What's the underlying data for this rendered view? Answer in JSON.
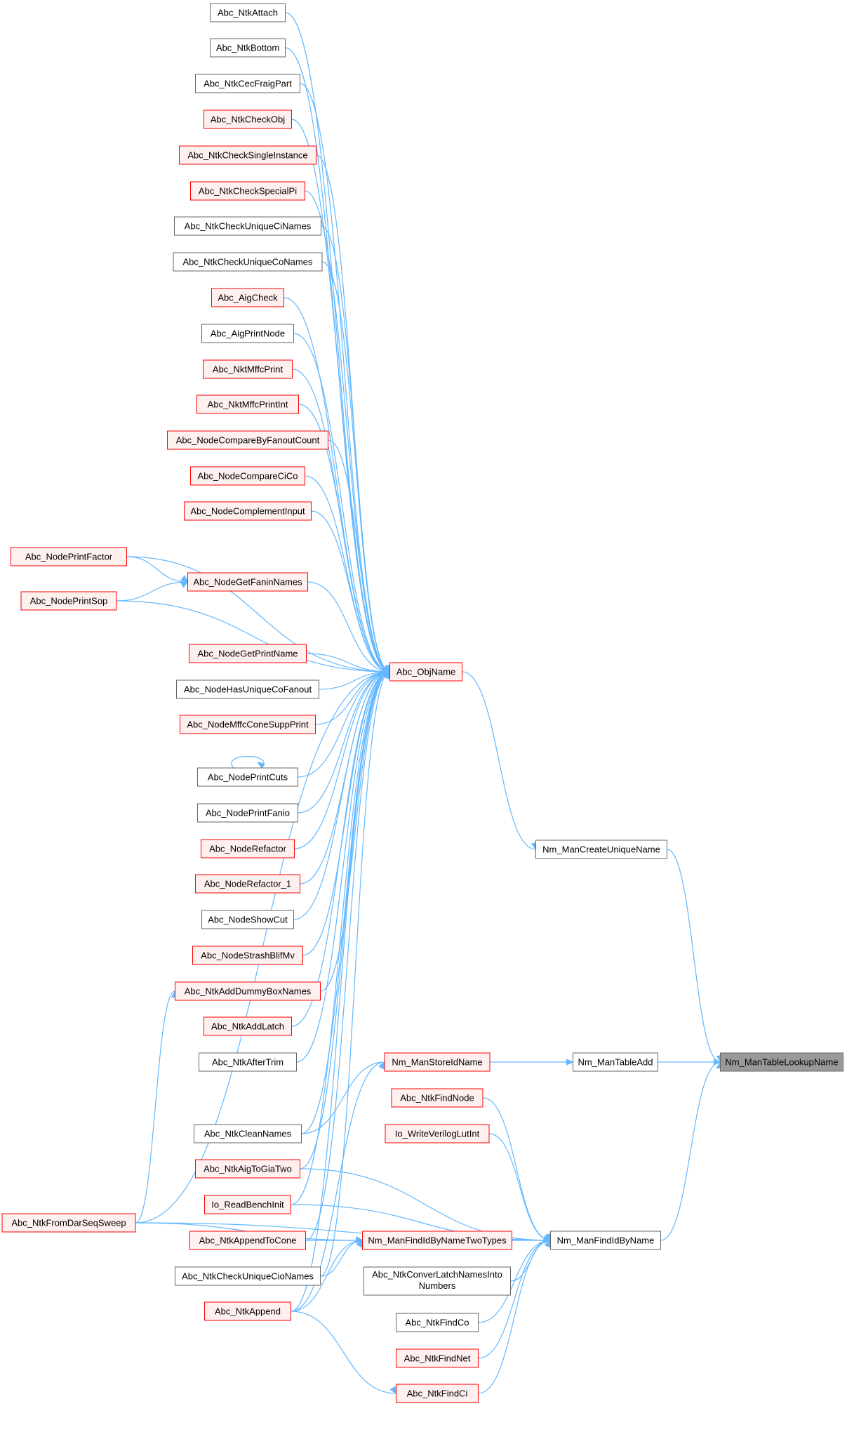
{
  "nodes": [
    {
      "id": "n0",
      "label": "Abc_NtkAttach",
      "style": "gray"
    },
    {
      "id": "n1",
      "label": "Abc_NtkBottom",
      "style": "gray"
    },
    {
      "id": "n2",
      "label": "Abc_NtkCecFraigPart",
      "style": "gray"
    },
    {
      "id": "n3",
      "label": "Abc_NtkCheckObj",
      "style": "red"
    },
    {
      "id": "n4",
      "label": "Abc_NtkCheckSingleInstance",
      "style": "red"
    },
    {
      "id": "n5",
      "label": "Abc_NtkCheckSpecialPi",
      "style": "red"
    },
    {
      "id": "n6",
      "label": "Abc_NtkCheckUniqueCiNames",
      "style": "gray"
    },
    {
      "id": "n7",
      "label": "Abc_NtkCheckUniqueCoNames",
      "style": "gray"
    },
    {
      "id": "n8",
      "label": "Abc_AigCheck",
      "style": "red"
    },
    {
      "id": "n9",
      "label": "Abc_AigPrintNode",
      "style": "gray"
    },
    {
      "id": "n10",
      "label": "Abc_NktMffcPrint",
      "style": "red"
    },
    {
      "id": "n11",
      "label": "Abc_NktMffcPrintInt",
      "style": "red"
    },
    {
      "id": "n12",
      "label": "Abc_NodeCompareByFanoutCount",
      "style": "red"
    },
    {
      "id": "n13",
      "label": "Abc_NodeCompareCiCo",
      "style": "red"
    },
    {
      "id": "n14",
      "label": "Abc_NodeComplementInput",
      "style": "red"
    },
    {
      "id": "n15",
      "label": "Abc_NodePrintFactor",
      "style": "red"
    },
    {
      "id": "n16",
      "label": "Abc_NodeGetFaninNames",
      "style": "red"
    },
    {
      "id": "n17",
      "label": "Abc_NodePrintSop",
      "style": "red"
    },
    {
      "id": "n18",
      "label": "Abc_NodeGetPrintName",
      "style": "red"
    },
    {
      "id": "n19",
      "label": "Abc_ObjName",
      "style": "red"
    },
    {
      "id": "n20",
      "label": "Abc_NodeHasUniqueCoFanout",
      "style": "gray"
    },
    {
      "id": "n21",
      "label": "Abc_NodeMffcConeSuppPrint",
      "style": "red"
    },
    {
      "id": "n22",
      "label": "Abc_NodePrintCuts",
      "style": "gray"
    },
    {
      "id": "n23",
      "label": "Abc_NodePrintFanio",
      "style": "gray"
    },
    {
      "id": "n24",
      "label": "Abc_NodeRefactor",
      "style": "red"
    },
    {
      "id": "n25",
      "label": "Abc_NodeRefactor_1",
      "style": "red"
    },
    {
      "id": "n26",
      "label": "Abc_NodeShowCut",
      "style": "gray"
    },
    {
      "id": "n27",
      "label": "Abc_NodeStrashBlifMv",
      "style": "red"
    },
    {
      "id": "n28",
      "label": "Abc_NtkAddDummyBoxNames",
      "style": "red"
    },
    {
      "id": "n29",
      "label": "Abc_NtkAddLatch",
      "style": "red"
    },
    {
      "id": "n30",
      "label": "Abc_NtkAfterTrim",
      "style": "gray"
    },
    {
      "id": "n31",
      "label": "Nm_ManCreateUniqueName",
      "style": "gray"
    },
    {
      "id": "n32",
      "label": "Nm_ManStoreIdName",
      "style": "red"
    },
    {
      "id": "n33",
      "label": "Nm_ManTableAdd",
      "style": "gray"
    },
    {
      "id": "n34",
      "label": "Nm_ManTableLookupName",
      "style": "target"
    },
    {
      "id": "n35",
      "label": "Abc_NtkFindNode",
      "style": "red"
    },
    {
      "id": "n36",
      "label": "Io_WriteVerilogLutInt",
      "style": "red"
    },
    {
      "id": "n37",
      "label": "Abc_NtkCleanNames",
      "style": "gray"
    },
    {
      "id": "n38",
      "label": "Abc_NtkAigToGiaTwo",
      "style": "red"
    },
    {
      "id": "n39",
      "label": "Abc_NtkFromDarSeqSweep",
      "style": "red"
    },
    {
      "id": "n40",
      "label": "Io_ReadBenchInit",
      "style": "red"
    },
    {
      "id": "n41",
      "label": "Abc_NtkAppendToCone",
      "style": "red"
    },
    {
      "id": "n42",
      "label": "Nm_ManFindIdByNameTwoTypes",
      "style": "red"
    },
    {
      "id": "n43",
      "label": "Nm_ManFindIdByName",
      "style": "gray"
    },
    {
      "id": "n44",
      "label": "Abc_NtkCheckUniqueCioNames",
      "style": "gray"
    },
    {
      "id": "n45",
      "label": "Abc_NtkConverLatchNamesInto Numbers",
      "style": "gray"
    },
    {
      "id": "n46",
      "label": "Abc_NtkAppend",
      "style": "red"
    },
    {
      "id": "n47",
      "label": "Abc_NtkFindCo",
      "style": "gray"
    },
    {
      "id": "n48",
      "label": "Abc_NtkFindNet",
      "style": "red"
    },
    {
      "id": "n49",
      "label": "Abc_NtkFindCi",
      "style": "red"
    }
  ],
  "edges": [
    [
      "n19",
      "n0"
    ],
    [
      "n19",
      "n1"
    ],
    [
      "n19",
      "n2"
    ],
    [
      "n19",
      "n3"
    ],
    [
      "n19",
      "n4"
    ],
    [
      "n19",
      "n5"
    ],
    [
      "n19",
      "n6"
    ],
    [
      "n19",
      "n7"
    ],
    [
      "n19",
      "n8"
    ],
    [
      "n19",
      "n9"
    ],
    [
      "n19",
      "n10"
    ],
    [
      "n19",
      "n11"
    ],
    [
      "n19",
      "n12"
    ],
    [
      "n19",
      "n13"
    ],
    [
      "n19",
      "n14"
    ],
    [
      "n19",
      "n15"
    ],
    [
      "n19",
      "n16"
    ],
    [
      "n19",
      "n17"
    ],
    [
      "n19",
      "n18"
    ],
    [
      "n19",
      "n20"
    ],
    [
      "n19",
      "n21"
    ],
    [
      "n19",
      "n22"
    ],
    [
      "n19",
      "n23"
    ],
    [
      "n19",
      "n24"
    ],
    [
      "n19",
      "n25"
    ],
    [
      "n19",
      "n26"
    ],
    [
      "n19",
      "n27"
    ],
    [
      "n19",
      "n28"
    ],
    [
      "n19",
      "n29"
    ],
    [
      "n19",
      "n30"
    ],
    [
      "n19",
      "n37"
    ],
    [
      "n19",
      "n38"
    ],
    [
      "n19",
      "n39"
    ],
    [
      "n19",
      "n40"
    ],
    [
      "n19",
      "n41"
    ],
    [
      "n19",
      "n44"
    ],
    [
      "n19",
      "n46"
    ],
    [
      "n16",
      "n15"
    ],
    [
      "n16",
      "n17"
    ],
    [
      "n22",
      "n22"
    ],
    [
      "n28",
      "n39"
    ],
    [
      "n31",
      "n19"
    ],
    [
      "n34",
      "n31"
    ],
    [
      "n34",
      "n33"
    ],
    [
      "n33",
      "n32"
    ],
    [
      "n32",
      "n37"
    ],
    [
      "n32",
      "n46"
    ],
    [
      "n34",
      "n43"
    ],
    [
      "n43",
      "n35"
    ],
    [
      "n43",
      "n36"
    ],
    [
      "n43",
      "n38"
    ],
    [
      "n43",
      "n40"
    ],
    [
      "n43",
      "n42"
    ],
    [
      "n43",
      "n45"
    ],
    [
      "n43",
      "n47"
    ],
    [
      "n43",
      "n48"
    ],
    [
      "n43",
      "n49"
    ],
    [
      "n43",
      "n39"
    ],
    [
      "n42",
      "n41"
    ],
    [
      "n42",
      "n44"
    ],
    [
      "n42",
      "n46"
    ],
    [
      "n42",
      "n39"
    ],
    [
      "n49",
      "n46"
    ]
  ]
}
